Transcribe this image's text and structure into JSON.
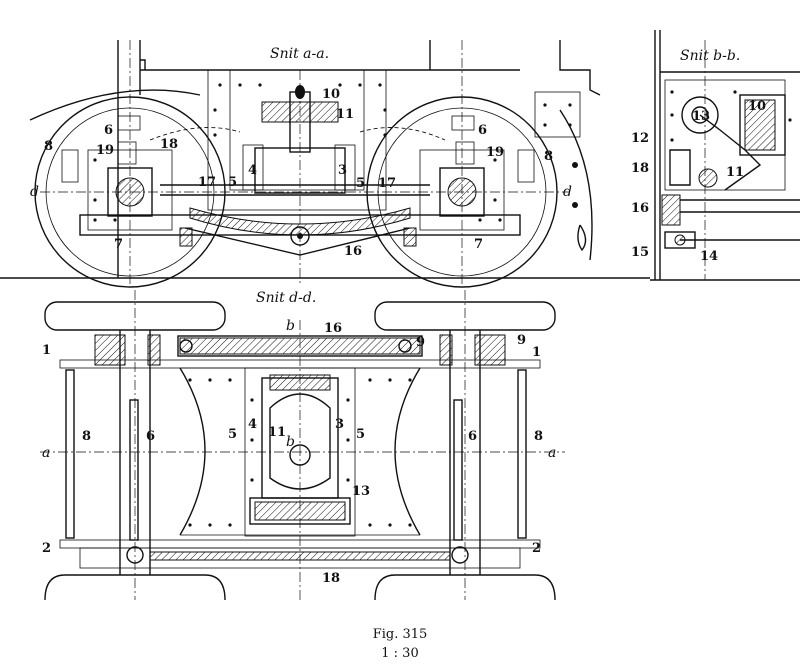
{
  "section_labels": {
    "aa": "Snit a-a.",
    "bb": "Snit b-b.",
    "dd": "Snit d-d."
  },
  "axis_marks": {
    "a": "a",
    "b": "b",
    "d": "d"
  },
  "parts": {
    "p1": "1",
    "p2": "2",
    "p3": "3",
    "p4": "4",
    "p5": "5",
    "p6": "6",
    "p7": "7",
    "p8": "8",
    "p9": "9",
    "p10": "10",
    "p11": "11",
    "p12": "12",
    "p13": "13",
    "p14": "14",
    "p15": "15",
    "p16": "16",
    "p17": "17",
    "p18": "18",
    "p19": "19"
  },
  "caption": {
    "figure": "Fig. 315",
    "scale": "1 : 30"
  }
}
